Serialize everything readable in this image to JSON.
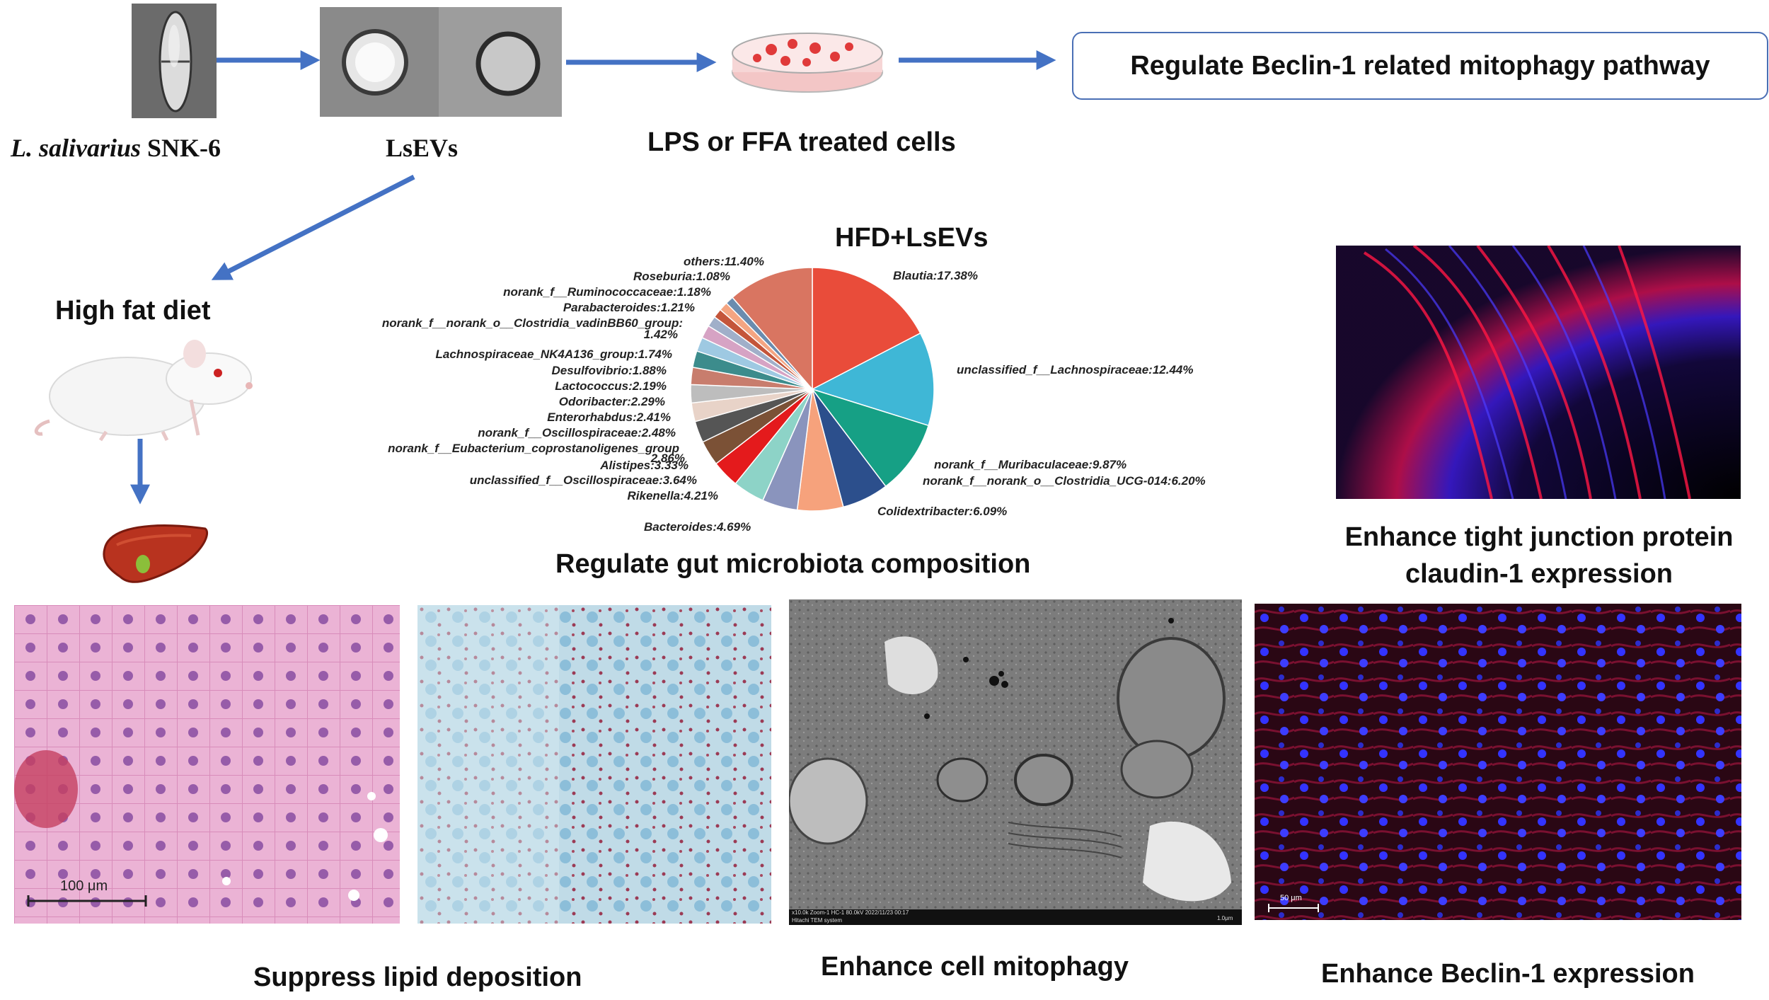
{
  "top_row": {
    "bacteria_label_italic": "L. salivarius",
    "bacteria_label_strain": "SNK-6",
    "vesicle_label": "LsEVs",
    "cells_label": "LPS or FFA treated cells",
    "outcome_box": "Regulate Beclin-1 related mitophagy pathway"
  },
  "diet": {
    "label": "High fat diet"
  },
  "chart_data": {
    "type": "pie",
    "title": "HFD+LsEVs",
    "caption": "Regulate gut microbiota composition",
    "series": [
      {
        "name": "Blautia",
        "label": "Blautia:17.38%",
        "value": 17.38,
        "color": "#e94c3a"
      },
      {
        "name": "unclassified_f__Lachnospiraceae",
        "label": "unclassified_f__Lachnospiraceae:12.44%",
        "value": 12.44,
        "color": "#3fb7d6"
      },
      {
        "name": "norank_f__Muribaculaceae",
        "label": "norank_f__Muribaculaceae:9.87%",
        "value": 9.87,
        "color": "#16a085"
      },
      {
        "name": "norank_f__norank_o__Clostridia_UCG-014",
        "label": "norank_f__norank_o__Clostridia_UCG-014:6.20%",
        "value": 6.2,
        "color": "#2c4f8c"
      },
      {
        "name": "Colidextribacter",
        "label": "Colidextribacter:6.09%",
        "value": 6.09,
        "color": "#f6a27c"
      },
      {
        "name": "Bacteroides",
        "label": "Bacteroides:4.69%",
        "value": 4.69,
        "color": "#8a94bd"
      },
      {
        "name": "Rikenella",
        "label": "Rikenella:4.21%",
        "value": 4.21,
        "color": "#8dd3c7"
      },
      {
        "name": "unclassified_f__Oscillospiraceae",
        "label": "unclassified_f__Oscillospiraceae:3.64%",
        "value": 3.64,
        "color": "#e41a1c"
      },
      {
        "name": "Alistipes",
        "label": "Alistipes:3.33%",
        "value": 3.33,
        "color": "#7b5136"
      },
      {
        "name": "norank_f__Eubacterium_coprostanoligenes_group",
        "label": "norank_f__Eubacterium_coprostanoligenes_group",
        "value": 2.86,
        "color": "#555555"
      },
      {
        "name": "norank_f__Oscillospiraceae",
        "label": "norank_f__Oscillospiraceae:2.48%",
        "value": 2.48,
        "color": "#e8d3c8"
      },
      {
        "name": "Enterorhabdus",
        "label": "Enterorhabdus:2.41%",
        "value": 2.41,
        "color": "#bdbdbd"
      },
      {
        "name": "Odoribacter",
        "label": "Odoribacter:2.29%",
        "value": 2.29,
        "color": "#c87d6d"
      },
      {
        "name": "Lactococcus",
        "label": "Lactococcus:2.19%",
        "value": 2.19,
        "color": "#3c8c8c"
      },
      {
        "name": "Desulfovibrio",
        "label": "Desulfovibrio:1.88%",
        "value": 1.88,
        "color": "#9ec9e2"
      },
      {
        "name": "Lachnospiraceae_NK4A136_group",
        "label": "Lachnospiraceae_NK4A136_group:1.74%",
        "value": 1.74,
        "color": "#d6a3c4"
      },
      {
        "name": "norank_f__norank_o__Clostridia_vadinBB60_group",
        "label": "norank_f__norank_o__Clostridia_vadinBB60_group:",
        "value": 1.42,
        "color": "#a0afc9"
      },
      {
        "name": "Parabacteroides",
        "label": "Parabacteroides:1.21%",
        "value": 1.21,
        "color": "#c4553a"
      },
      {
        "name": "norank_f__Ruminococcaceae",
        "label": "norank_f__Ruminococcaceae:1.18%",
        "value": 1.18,
        "color": "#f4a582"
      },
      {
        "name": "Roseburia",
        "label": "Roseburia:1.08%",
        "value": 1.08,
        "color": "#6a8caf"
      },
      {
        "name": "others",
        "label": "others:11.40%",
        "value": 11.4,
        "color": "#d97561"
      }
    ],
    "extra_labels": {
      "vadin_pct": "1.42%",
      "eubact_pct": "2.86%"
    }
  },
  "claudin": {
    "caption_line1": "Enhance tight junction protein",
    "caption_line2": "claudin-1  expression"
  },
  "bottom_row": {
    "scale_he": "100 μm",
    "caption_lipid": "Suppress lipid  deposition",
    "caption_mitophagy": "Enhance cell mitophagy",
    "caption_beclin": "Enhance Beclin-1 expression",
    "tem_footer": "x10.0k Zoom-1 HC-1 80.0kV 2022/11/23 00:17",
    "tem_footer2": "Hitachi TEM system",
    "tem_scale": "1.0μm",
    "if_scale": "50 μm"
  },
  "colors": {
    "arrow": "#4472c4",
    "he_bg": "#e8a9cf",
    "oil_bg": "#b9d3df",
    "tem_bg": "#7a7a7a",
    "if_bg": "#230612"
  }
}
